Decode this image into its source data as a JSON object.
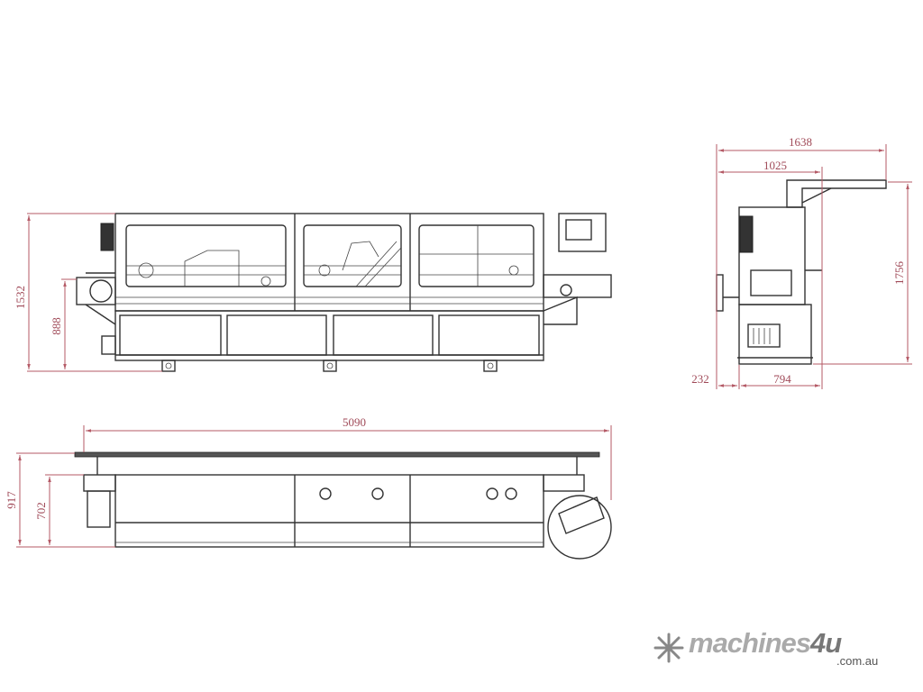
{
  "drawing": {
    "front_view": {
      "overall_height": "1532",
      "table_height": "888"
    },
    "side_view": {
      "overall_depth": "1638",
      "arm_reach": "1025",
      "overall_height": "1756",
      "handle_offset": "232",
      "base_depth": "794"
    },
    "top_view": {
      "overall_length": "5090",
      "overall_width": "917",
      "body_width": "702"
    },
    "dimension_color": "#b45a66"
  },
  "watermark": {
    "brand_prefix": "machines",
    "brand_suffix": "4u",
    "domain": ".com.au"
  }
}
